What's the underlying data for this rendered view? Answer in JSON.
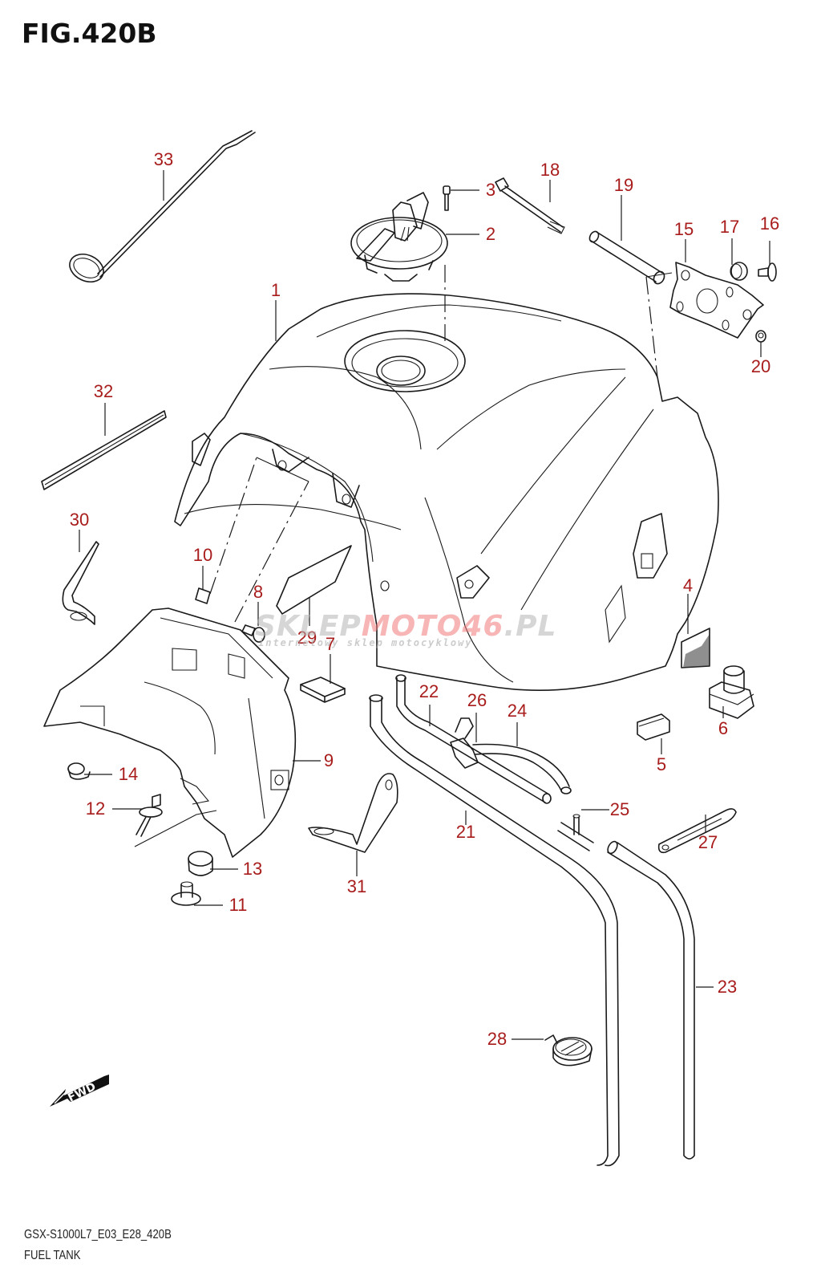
{
  "figure": {
    "title": "FIG.420B",
    "model_code": "GSX-S1000L7_E03_E28_420B",
    "section_name": "FUEL TANK",
    "callout_color": "#a81c1c",
    "line_color": "#1a1a1a"
  },
  "fwd_badge": {
    "label": "FWD",
    "icon": "forward-arrow-icon"
  },
  "watermark": {
    "part1": "SKLEP",
    "part2": "MOTO46",
    "part3": ".PL",
    "subtitle": "internetowy sklep motocyklowy"
  },
  "callouts": [
    {
      "id": "1",
      "part": "fuel-tank"
    },
    {
      "id": "2",
      "part": "fuel-cap"
    },
    {
      "id": "3",
      "part": "cap-bolt"
    },
    {
      "id": "4",
      "part": "cushion-pad"
    },
    {
      "id": "5",
      "part": "cushion-small"
    },
    {
      "id": "6",
      "part": "cushion-cap"
    },
    {
      "id": "7",
      "part": "cushion-block"
    },
    {
      "id": "8",
      "part": "bolt"
    },
    {
      "id": "9",
      "part": "tank-cover-bracket"
    },
    {
      "id": "10",
      "part": "nut-clip"
    },
    {
      "id": "11",
      "part": "collar"
    },
    {
      "id": "12",
      "part": "bolt-washer"
    },
    {
      "id": "13",
      "part": "grommet"
    },
    {
      "id": "14",
      "part": "grommet-small"
    },
    {
      "id": "15",
      "part": "rear-bracket"
    },
    {
      "id": "16",
      "part": "bolt-rear"
    },
    {
      "id": "17",
      "part": "cushion-rear"
    },
    {
      "id": "18",
      "part": "long-bolt"
    },
    {
      "id": "19",
      "part": "spacer-tube"
    },
    {
      "id": "20",
      "part": "nut-rear"
    },
    {
      "id": "21",
      "part": "drain-hose"
    },
    {
      "id": "22",
      "part": "breather-hose"
    },
    {
      "id": "23",
      "part": "long-hose"
    },
    {
      "id": "24",
      "part": "hose-small"
    },
    {
      "id": "25",
      "part": "t-joint"
    },
    {
      "id": "26",
      "part": "hose-holder"
    },
    {
      "id": "27",
      "part": "strap"
    },
    {
      "id": "28",
      "part": "hose-clamp"
    },
    {
      "id": "29",
      "part": "sheet"
    },
    {
      "id": "30",
      "part": "bracket"
    },
    {
      "id": "31",
      "part": "stay"
    },
    {
      "id": "32",
      "part": "trim-strip"
    },
    {
      "id": "33",
      "part": "prop-rod"
    }
  ]
}
